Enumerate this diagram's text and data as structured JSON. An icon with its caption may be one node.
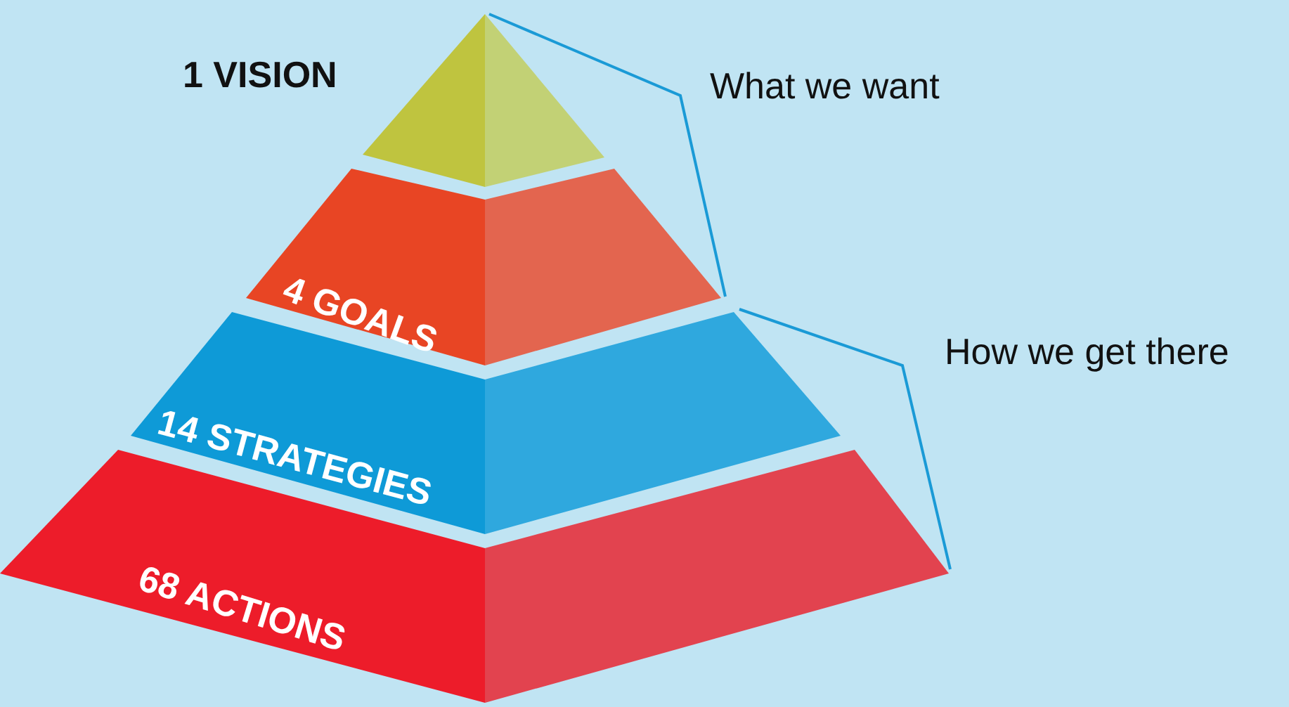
{
  "diagram": {
    "nodes": [
      {
        "text": [
          "1 VISION"
        ]
      },
      {
        "text": [
          "4 GOALS"
        ]
      },
      {
        "text": [
          "14 STRATEGIES"
        ]
      },
      {
        "text": [
          "68 ACTIONS"
        ]
      }
    ],
    "labels": [
      "What we want",
      "How we get there"
    ]
  }
}
